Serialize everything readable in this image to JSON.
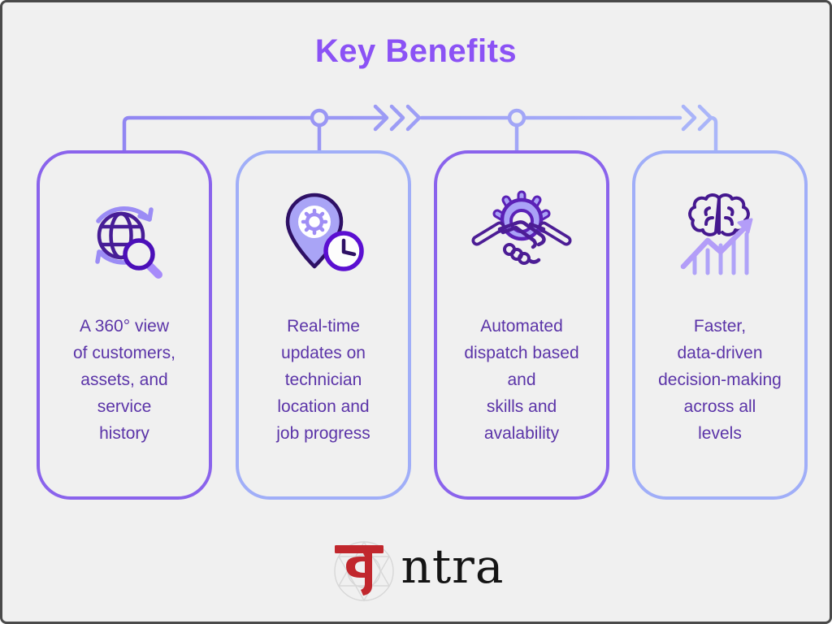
{
  "page": {
    "background_color": "#f0f0f0",
    "frame_color": "#4a4a4a"
  },
  "title": {
    "text": "Key Benefits",
    "color": "#8b52f5"
  },
  "connector": {
    "line_color_left": "#9186f2",
    "line_color_right": "#aab6f9",
    "node_count": 2,
    "chevron_groups": [
      3,
      2
    ]
  },
  "cards": [
    {
      "icon": "globe-search-sync-icon",
      "border_color": "#8a63ec",
      "text": "A 360° view\nof customers,\nassets, and\nservice\nhistory"
    },
    {
      "icon": "location-pin-gear-clock-icon",
      "border_color": "#a0aef8",
      "text": "Real-time\nupdates on\ntechnician\nlocation and\njob progress"
    },
    {
      "icon": "handshake-gear-icon",
      "border_color": "#8a63ec",
      "text": "Automated\ndispatch based\nand\nskills and\navalability"
    },
    {
      "icon": "brain-growth-chart-icon",
      "border_color": "#a0aef8",
      "text": "Faster,\ndata-driven\ndecision-making\nacross all\nlevels"
    }
  ],
  "logo": {
    "prefix_char": "ta (Devanagari)",
    "prefix_color": "#c1272d",
    "rest": "ntra",
    "rest_color": "#141414"
  },
  "text_color": "#5b34a8"
}
